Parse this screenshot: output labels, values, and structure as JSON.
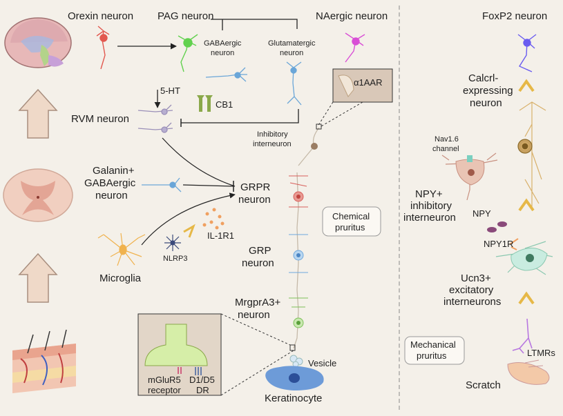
{
  "labels": {
    "orexin": "Orexin neuron",
    "pag": "PAG neuron",
    "naergic": "NAergic neuron",
    "foxp2": "FoxP2 neuron",
    "gabaergic_1": "GABAergic",
    "gabaergic_2": "neuron",
    "glutamatergic_1": "Glutamatergic",
    "glutamatergic_2": "neuron",
    "alpha1aar": "α1AAR",
    "five_ht": "5-HT",
    "cb1": "CB1",
    "rvm": "RVM neuron",
    "inhibitory_1": "Inhibitory",
    "inhibitory_2": "interneuron",
    "galanin_1": "Galanin+",
    "galanin_2": "GABAergic",
    "galanin_3": "neuron",
    "grpr_1": "GRPR",
    "grpr_2": "neuron",
    "chemical_1": "Chemical",
    "chemical_2": "pruritus",
    "il1r1": "IL-1R1",
    "nlrp3": "NLRP3",
    "microglia": "Microglia",
    "grp_1": "GRP",
    "grp_2": "neuron",
    "mrgpra3_1": "MrgprA3+",
    "mrgpra3_2": "neuron",
    "vesicle": "Vesicle",
    "keratinocyte": "Keratinocyte",
    "mglur5_1": "mGluR5",
    "mglur5_2": "receptor",
    "d1d5_1": "D1/D5",
    "d1d5_2": "DR",
    "calcrl_1": "Calcrl-",
    "calcrl_2": "expressing",
    "calcrl_3": "neuron",
    "nav16_1": "Nav1.6",
    "nav16_2": "channel",
    "npy_inh_1": "NPY+",
    "npy_inh_2": "inhibitory",
    "npy_inh_3": "interneuron",
    "npy": "NPY",
    "npy1r": "NPY1R",
    "ucn3_1": "Ucn3+",
    "ucn3_2": "excitatory",
    "ucn3_3": "interneurons",
    "mechanical_1": "Mechanical",
    "mechanical_2": "pruritus",
    "ltmrs": "LTMRs",
    "scratch": "Scratch"
  },
  "colors": {
    "background": "#f4f0e9",
    "arrow_fill": "#efd9c8",
    "arrow_stroke": "#a88e7e",
    "orexin": "#e2584f",
    "pag": "#62d14f",
    "naergic": "#d94fd6",
    "foxp2": "#6a5cf0",
    "blue_neuron": "#6aa6d8",
    "grpr_soma": "#d85e5a",
    "grp_soma": "#6ea7dd",
    "mrgpra3_soma": "#7cc058",
    "inhib_soma": "#9a7d64",
    "npy_cell": "#e9c4b4",
    "ucn3_cell": "#c9ece0",
    "calcrl_soma": "#b58a3d",
    "chevron": "#e6b847",
    "microglia": "#f0b24e",
    "npy_dot": "#8a4a7a",
    "keratinocyte": "#6d9bd8"
  }
}
